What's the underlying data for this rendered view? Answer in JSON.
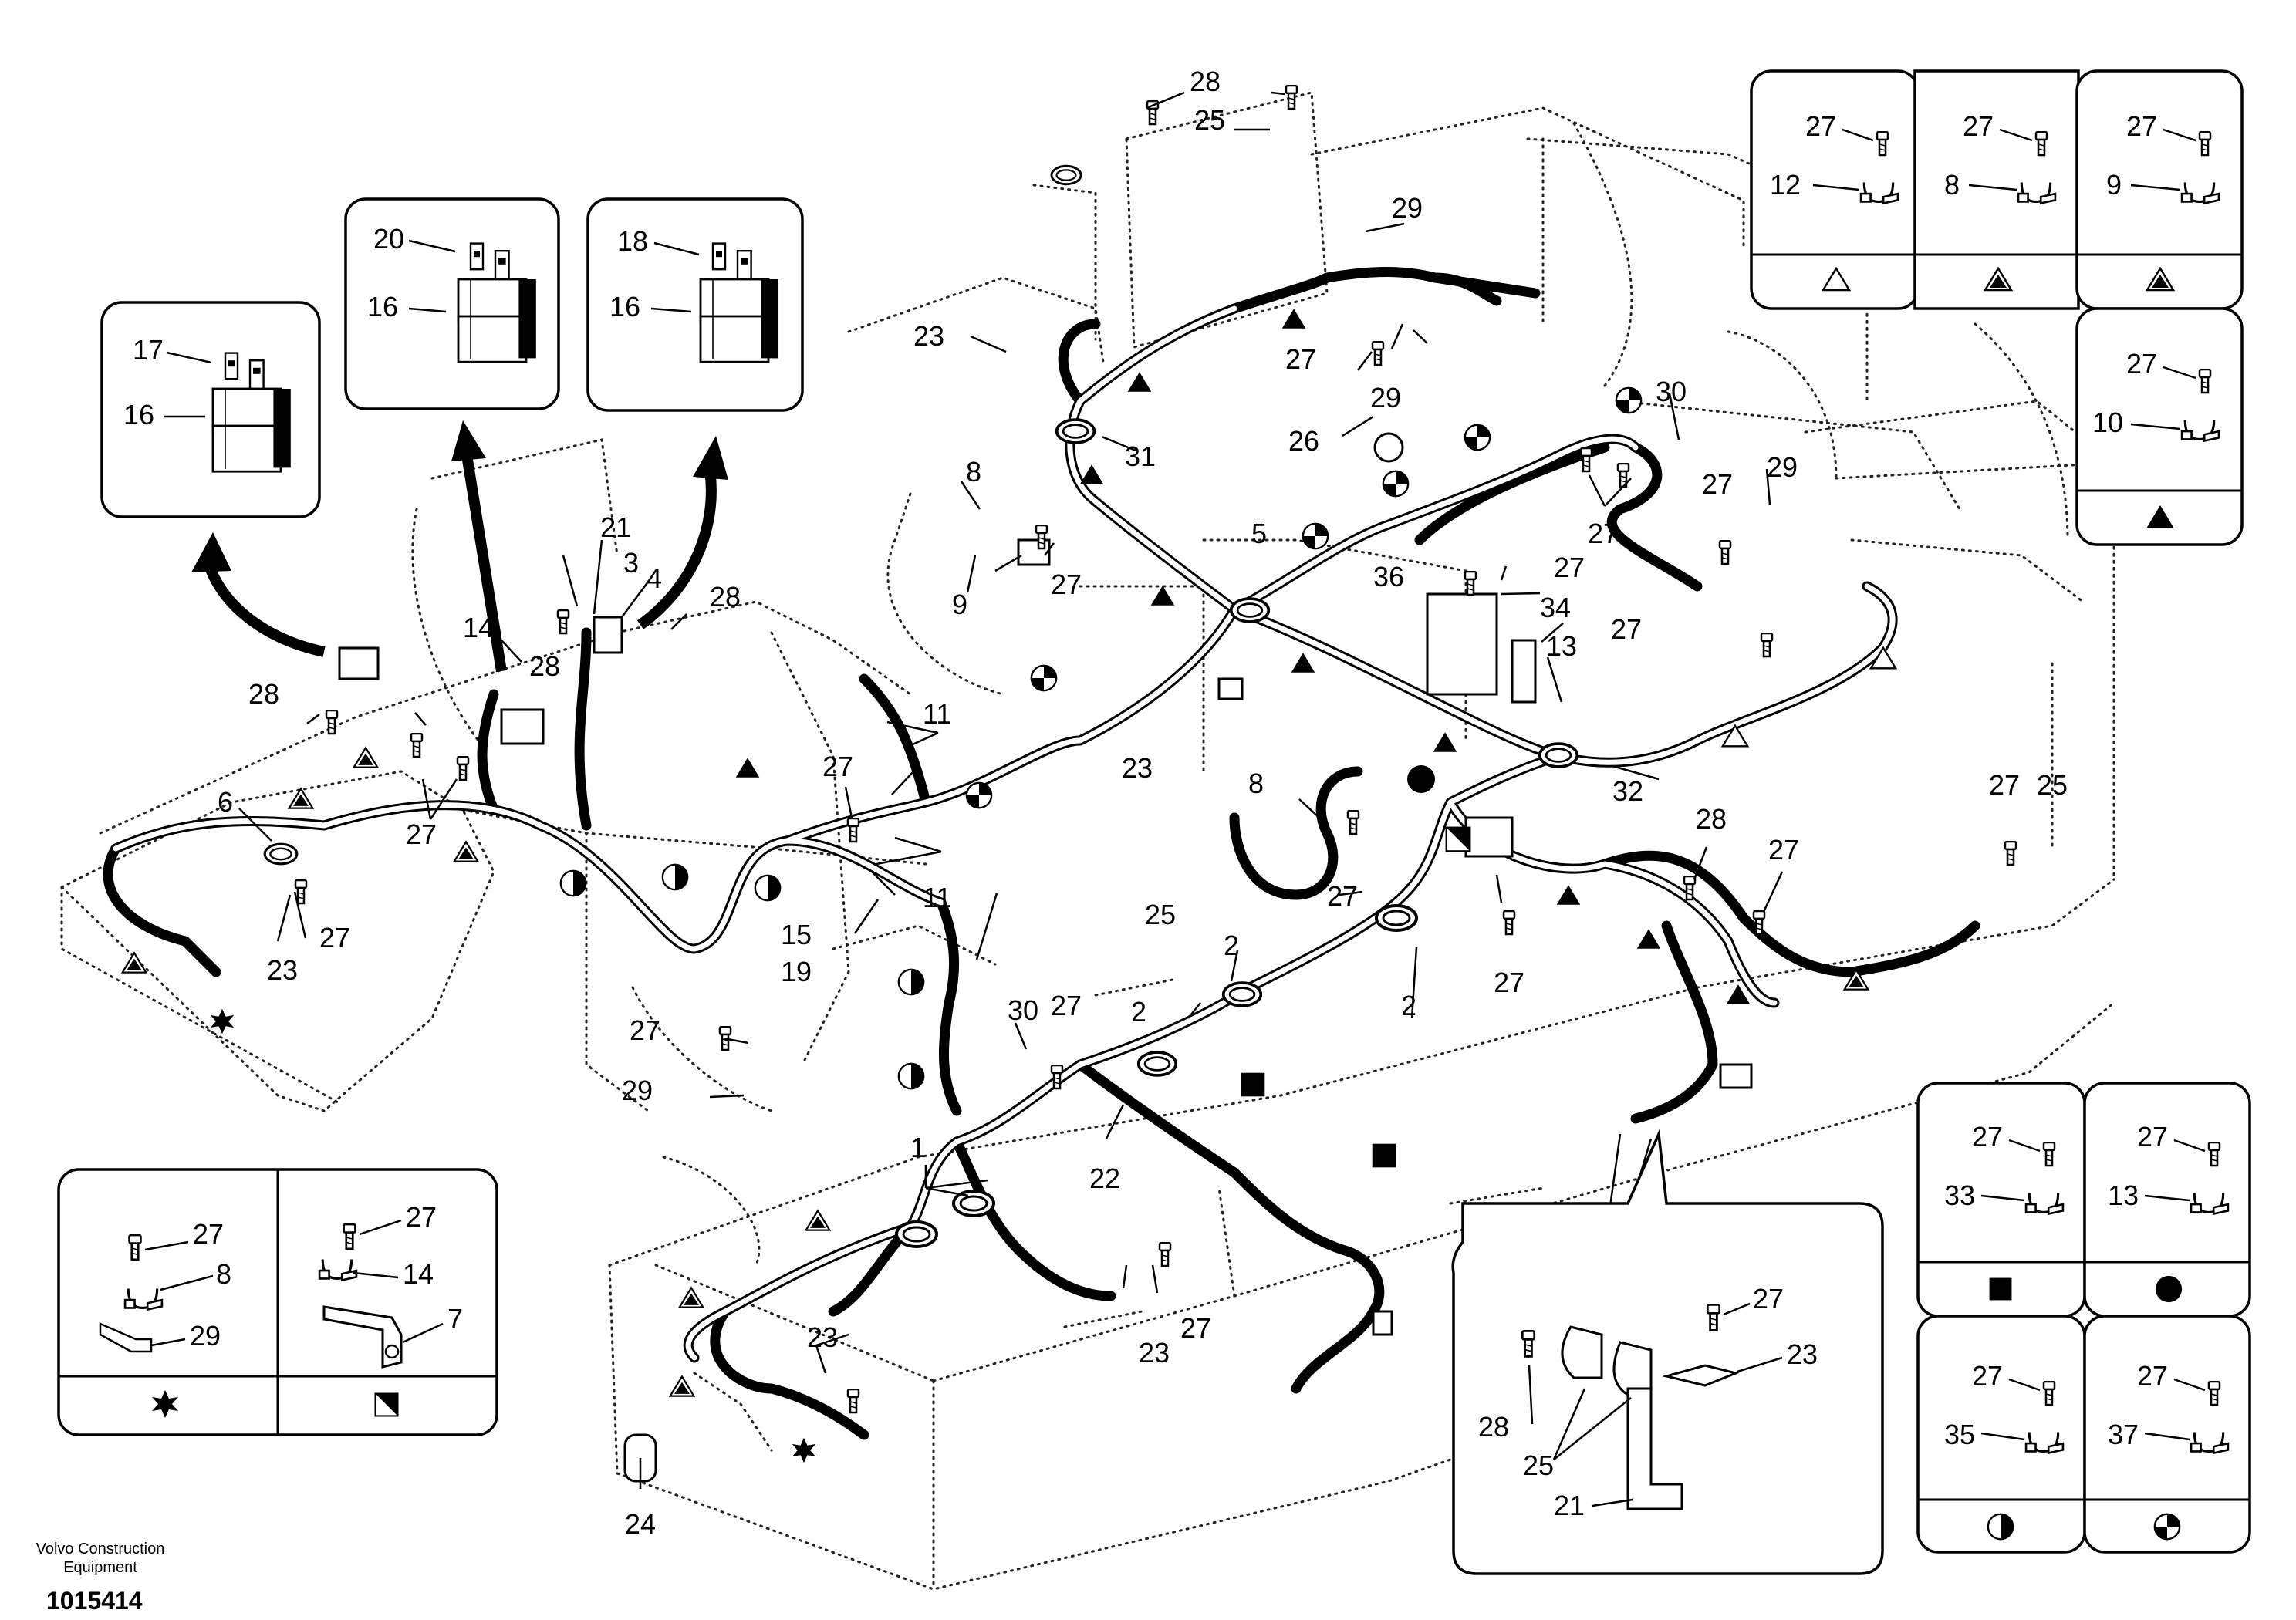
{
  "footer": {
    "brand_line1": "Volvo Construction",
    "brand_line2": "Equipment",
    "drawing_number": "1015414"
  },
  "callouts": {
    "c1": "1",
    "c2a": "2",
    "c2b": "2",
    "c2c": "2",
    "c4": "4",
    "c3": "3",
    "c5": "5",
    "c6": "6",
    "c8a": "8",
    "c8b": "8",
    "c9": "9",
    "c11a": "11",
    "c11b": "11",
    "c13": "13",
    "c14": "14",
    "c15": "15",
    "c19": "19",
    "c21": "21",
    "c22": "22",
    "c23a": "23",
    "c23b": "23",
    "c23c": "23",
    "c23d": "23",
    "c23e": "23",
    "c24": "24",
    "c25a": "25",
    "c25b": "25",
    "c25c": "25",
    "c26": "26",
    "c27a": "27",
    "c27b": "27",
    "c27c": "27",
    "c27d": "27",
    "c27e": "27",
    "c27f": "27",
    "c27g": "27",
    "c27h": "27",
    "c27i": "27",
    "c27j": "27",
    "c27k": "27",
    "c27l": "27",
    "c27m": "27",
    "c27n": "27",
    "c27o": "27",
    "c27p": "27",
    "c28a": "28",
    "c28b": "28",
    "c28c": "28",
    "c28d": "28",
    "c28e": "28",
    "c29a": "29",
    "c29b": "29",
    "c29c": "29",
    "c29d": "29",
    "c30a": "30",
    "c30b": "30",
    "c31": "31",
    "c32": "32",
    "c34": "34",
    "c36": "36"
  },
  "relay_details": [
    {
      "top": "17",
      "bottom": "16"
    },
    {
      "top": "20",
      "bottom": "16"
    },
    {
      "top": "18",
      "bottom": "16"
    }
  ],
  "clamp_legend": [
    {
      "bolt": "27",
      "clamp": "12",
      "symbol": "triangle-open"
    },
    {
      "bolt": "27",
      "clamp": "8",
      "symbol": "triangle-hatched"
    },
    {
      "bolt": "27",
      "clamp": "9",
      "symbol": "triangle-hatched"
    },
    {
      "bolt": "27",
      "clamp": "10",
      "symbol": "triangle-solid"
    },
    {
      "bolt": "27",
      "clamp": "33",
      "symbol": "square-solid"
    },
    {
      "bolt": "27",
      "clamp": "13",
      "symbol": "circle-solid"
    },
    {
      "bolt": "27",
      "clamp": "35",
      "symbol": "circle-half"
    },
    {
      "bolt": "27",
      "clamp": "37",
      "symbol": "circle-quartered"
    }
  ],
  "bottom_left_legend": [
    {
      "bolt": "27",
      "clamp": "8",
      "bracket": "29",
      "symbol": "star"
    },
    {
      "bolt": "27",
      "clamp": "14",
      "bracket": "7",
      "symbol": "square-diagonal"
    }
  ],
  "bracket_detail": {
    "bolt": "27",
    "bolt2": "28",
    "bracket": "23",
    "clamps": "25",
    "mount": "21"
  }
}
